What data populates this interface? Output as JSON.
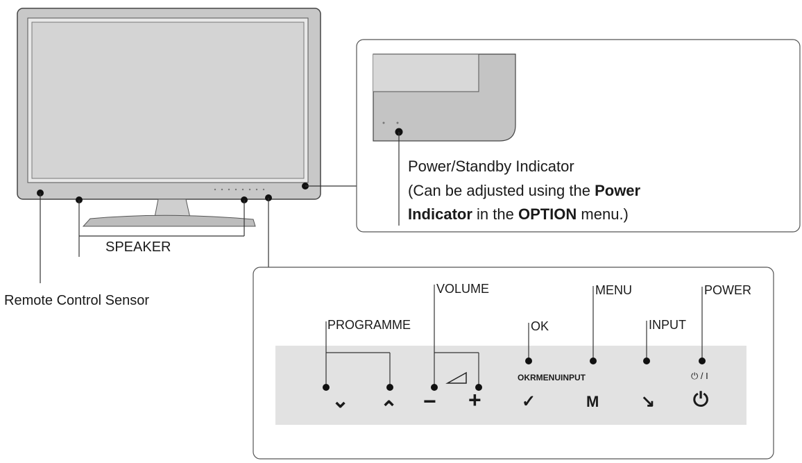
{
  "labels": {
    "speaker": "SPEAKER",
    "remote_sensor": "Remote Control Sensor"
  },
  "indicator": {
    "title": "Power/Standby Indicator",
    "line2_pre": "(Can be adjusted using the ",
    "line2_bold": "Power",
    "line3_bold1": "Indicator",
    "line3_mid": " in the ",
    "line3_bold2": "OPTION",
    "line3_post": " menu.)"
  },
  "controls": {
    "programme": "PROGRAMME",
    "volume": "VOLUME",
    "ok": "OK",
    "menu": "MENU",
    "input": "INPUT",
    "power": "POWER"
  },
  "panel": {
    "printed_text": "OKRMENUINPUT",
    "power_printed": "⏻ / I",
    "glyph_down": "⌄",
    "glyph_up": "⌃",
    "glyph_minus": "−",
    "glyph_plus": "+",
    "glyph_ok": "✓",
    "glyph_menu": "M",
    "glyph_input": "↘",
    "glyph_power": "⏻"
  },
  "colors": {
    "bezel": "#c9c9c9",
    "screen": "#d6d6d6",
    "panel": "#e3e3e3",
    "line": "#2a2a2a"
  }
}
